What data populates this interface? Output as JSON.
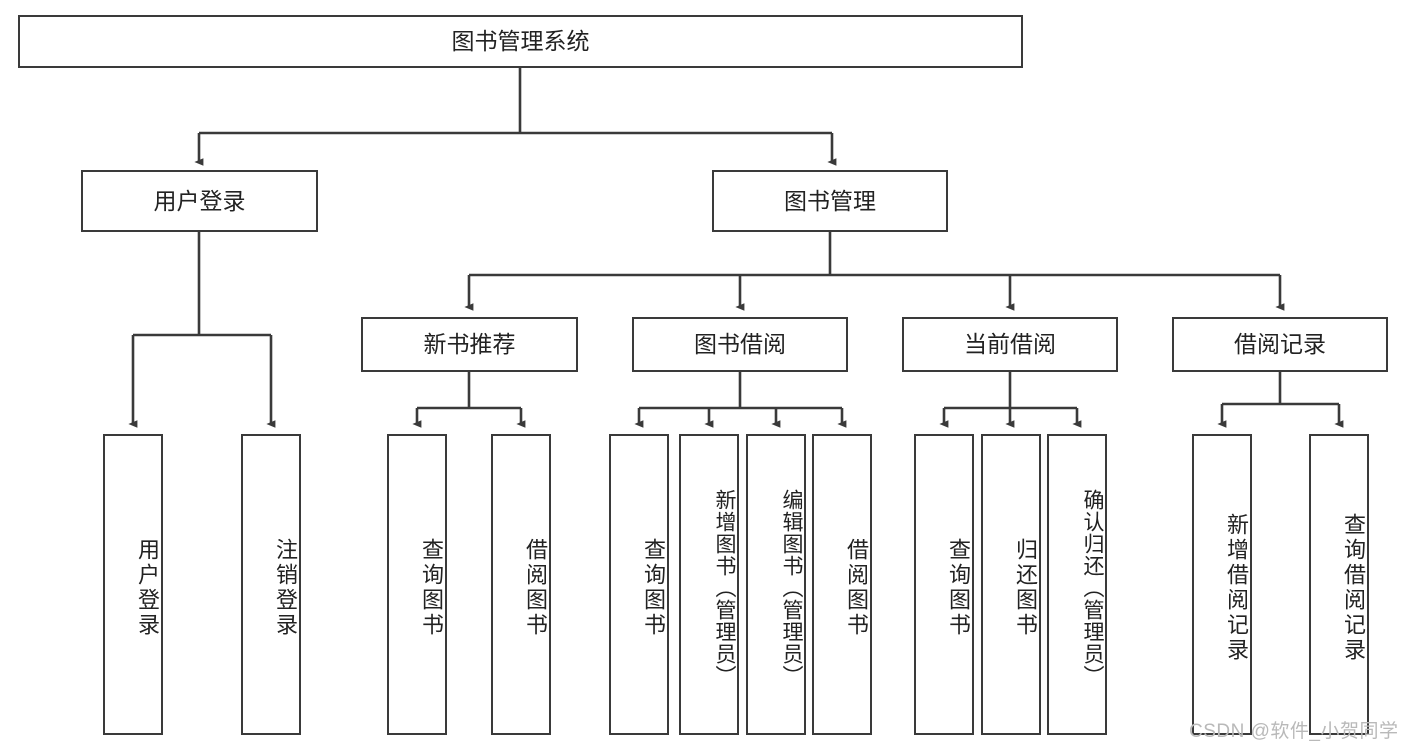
{
  "diagram": {
    "type": "tree-hierarchy-diagram",
    "title": "图书管理系统",
    "levels": 4,
    "root": {
      "label": "图书管理系统"
    },
    "level2": [
      {
        "label": "用户登录"
      },
      {
        "label": "图书管理"
      }
    ],
    "level3": [
      {
        "label": "新书推荐",
        "parent": "图书管理"
      },
      {
        "label": "图书借阅",
        "parent": "图书管理"
      },
      {
        "label": "当前借阅",
        "parent": "图书管理"
      },
      {
        "label": "借阅记录",
        "parent": "图书管理"
      }
    ],
    "leaves": [
      {
        "label": "用户登录",
        "parent": "用户登录"
      },
      {
        "label": "注销登录",
        "parent": "用户登录"
      },
      {
        "label": "查询图书",
        "parent": "新书推荐"
      },
      {
        "label": "借阅图书",
        "parent": "新书推荐"
      },
      {
        "label": "查询图书",
        "parent": "图书借阅"
      },
      {
        "label": "新增图书（管理员）",
        "parent": "图书借阅"
      },
      {
        "label": "编辑图书（管理员）",
        "parent": "图书借阅"
      },
      {
        "label": "借阅图书",
        "parent": "图书借阅"
      },
      {
        "label": "查询图书",
        "parent": "当前借阅"
      },
      {
        "label": "归还图书",
        "parent": "当前借阅"
      },
      {
        "label": "确认归还（管理员）",
        "parent": "当前借阅"
      },
      {
        "label": "新增借阅记录",
        "parent": "借阅记录"
      },
      {
        "label": "查询借阅记录",
        "parent": "借阅记录"
      }
    ]
  },
  "watermark": {
    "text": "CSDN @软件_小贺同学"
  },
  "colors": {
    "stroke": "#3a3a3a",
    "background": "#ffffff",
    "text": "#222222",
    "watermark": "#b9b9b9"
  }
}
